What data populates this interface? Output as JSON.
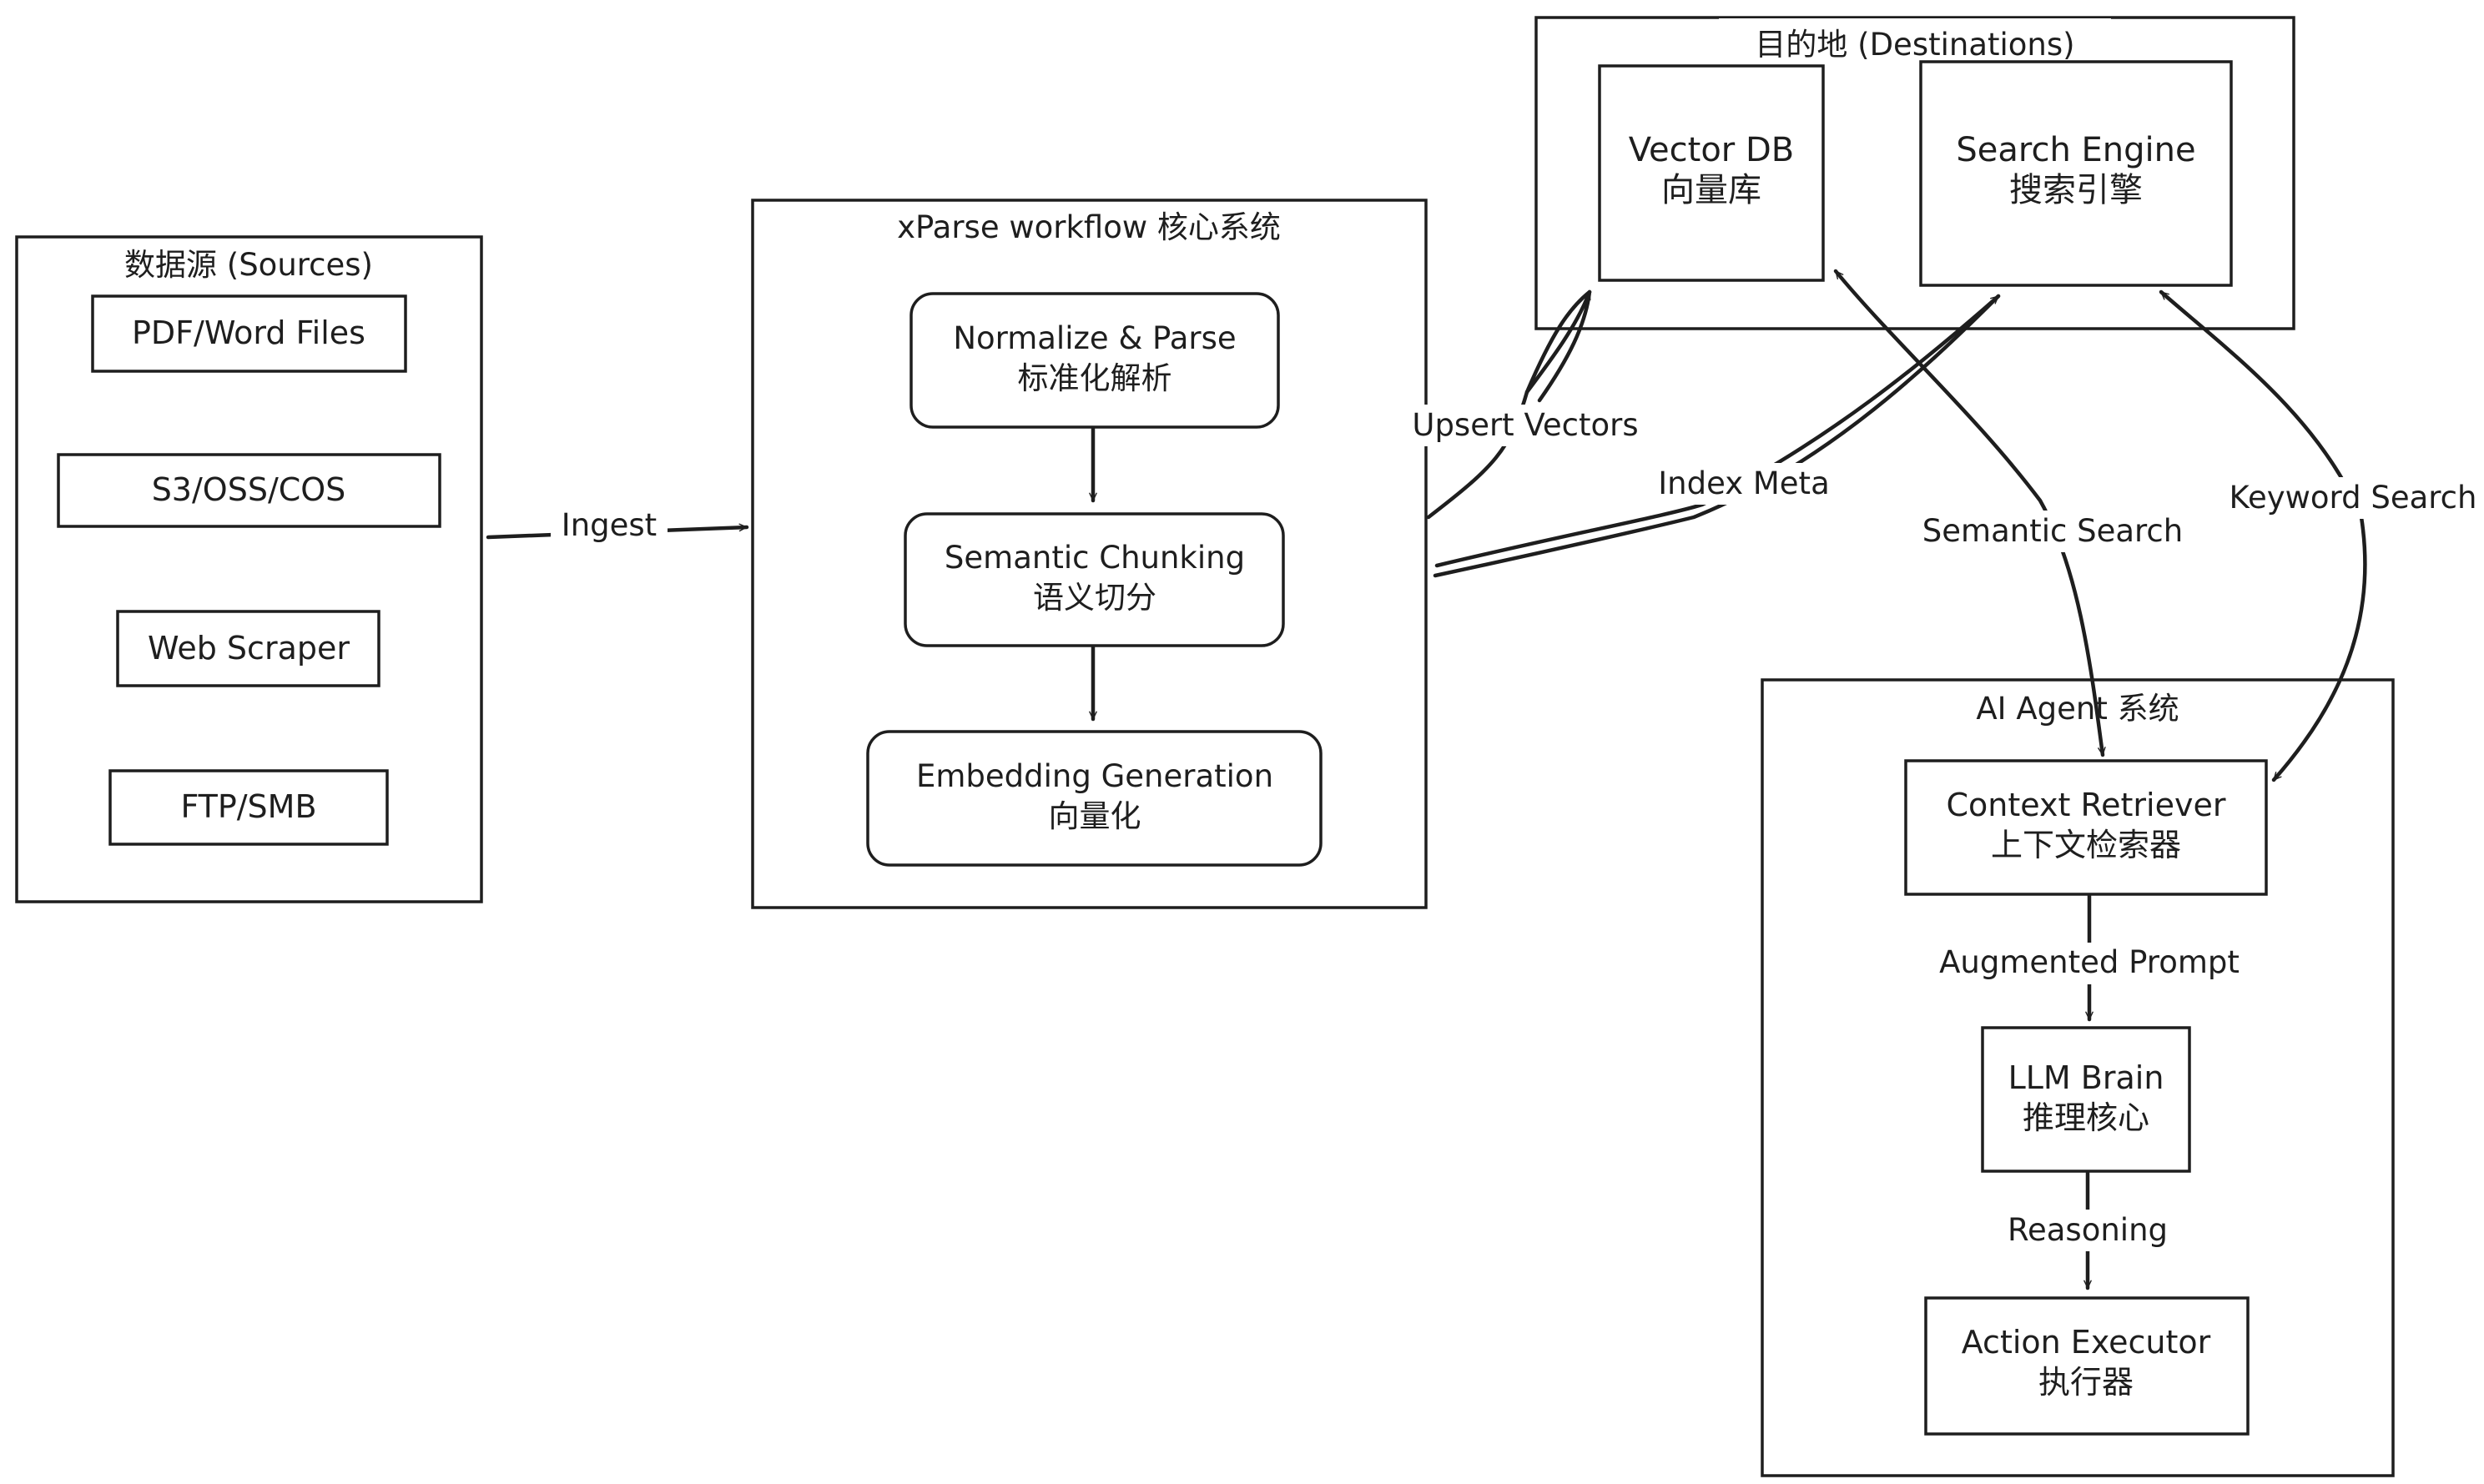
{
  "groups": {
    "sources": {
      "title": "数据源 (Sources)",
      "items": [
        "PDF/Word Files",
        "S3/OSS/COS",
        "Web Scraper",
        "FTP/SMB"
      ]
    },
    "workflow": {
      "title": "xParse workflow 核心系统",
      "steps": [
        {
          "line1": "Normalize & Parse",
          "line2": "标准化解析"
        },
        {
          "line1": "Semantic Chunking",
          "line2": "语义切分"
        },
        {
          "line1": "Embedding Generation",
          "line2": "向量化"
        }
      ]
    },
    "destinations": {
      "title": "目的地 (Destinations)",
      "vector_db": {
        "line1": "Vector DB",
        "line2": "向量库"
      },
      "search_engine": {
        "line1": "Search Engine",
        "line2": "搜索引擎"
      }
    },
    "agent": {
      "title": "AI Agent 系统",
      "retriever": {
        "line1": "Context Retriever",
        "line2": "上下文检索器"
      },
      "llm": {
        "line1": "LLM Brain",
        "line2": "推理核心"
      },
      "executor": {
        "line1": "Action Executor",
        "line2": "执行器"
      }
    }
  },
  "edges": {
    "ingest": "Ingest",
    "upsert": "Upsert Vectors",
    "index": "Index Meta",
    "semantic": "Semantic Search",
    "keyword": "Keyword Search",
    "augmented": "Augmented Prompt",
    "reasoning": "Reasoning"
  },
  "colors": {
    "stroke": "#1e1e1e",
    "background": "#ffffff"
  }
}
